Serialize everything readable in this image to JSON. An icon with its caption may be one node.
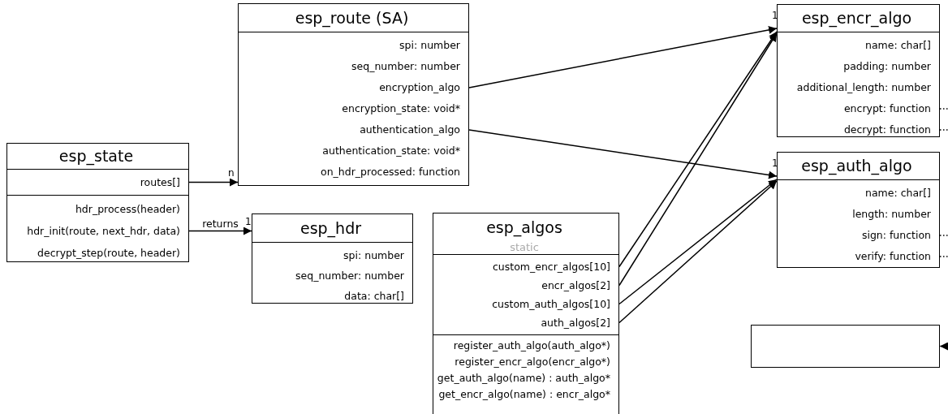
{
  "diagram": {
    "nodes": [
      {
        "text": [
          "esp_route (SA)",
          "spi: number",
          "seq_number: number",
          "encryption_algo",
          "encryption_state: void*",
          "authentication_algo",
          "authentication_state: void*",
          "on_hdr_processed: function"
        ]
      },
      {
        "text": [
          "esp_encr_algo",
          "name: char[]",
          "padding: number",
          "additional_length: number",
          "encrypt: function",
          "decrypt: function"
        ]
      },
      {
        "text": [
          "esp_state",
          "routes[]",
          "hdr_process(header)",
          "hdr_init(route, next_hdr, data)",
          "decrypt_step(route, header)"
        ]
      },
      {
        "text": [
          "esp_auth_algo",
          "name: char[]",
          "length: number",
          "sign: function",
          "verify: function"
        ]
      },
      {
        "text": [
          "esp_hdr",
          "spi: number",
          "seq_number: number",
          "data: char[]"
        ]
      },
      {
        "text": [
          "esp_algos",
          "static",
          "custom_encr_algos[10]",
          "encr_algos[2]",
          "custom_auth_algos[10]",
          "auth_algos[2]",
          "register_auth_algo(auth_algo*)",
          "register_encr_algo(encr_algo*)",
          "get_auth_algo(name) : auth_algo*",
          "get_encr_algo(name) : encr_algo*"
        ]
      },
      {
        "text": [],
        "shape": "box"
      }
    ],
    "edges": [
      {
        "from": 2,
        "to": 0,
        "arrow": "to"
      },
      {
        "from": 2,
        "to": 4,
        "arrow": "to",
        "label": "returns"
      },
      {
        "from": 0,
        "to": 1,
        "arrow": "to"
      },
      {
        "from": 0,
        "to": 3,
        "arrow": "to"
      },
      {
        "from": 5,
        "to": 1,
        "arrow": "to"
      },
      {
        "from": 5,
        "to": 1,
        "arrow": "to"
      },
      {
        "from": 5,
        "to": 3,
        "arrow": "to"
      },
      {
        "from": 5,
        "to": 3,
        "arrow": "to"
      },
      {
        "from": 1,
        "to": null,
        "arrow": "none",
        "style": "dashed"
      },
      {
        "from": 1,
        "to": null,
        "arrow": "none",
        "style": "dashed"
      },
      {
        "from": 3,
        "to": null,
        "arrow": "none",
        "style": "dashed"
      },
      {
        "from": 3,
        "to": null,
        "arrow": "none",
        "style": "dashed"
      },
      {
        "from": null,
        "to": 6,
        "arrow": "to",
        "style": "dashed"
      }
    ],
    "labels": [
      "1",
      "1",
      "n",
      "1"
    ]
  }
}
